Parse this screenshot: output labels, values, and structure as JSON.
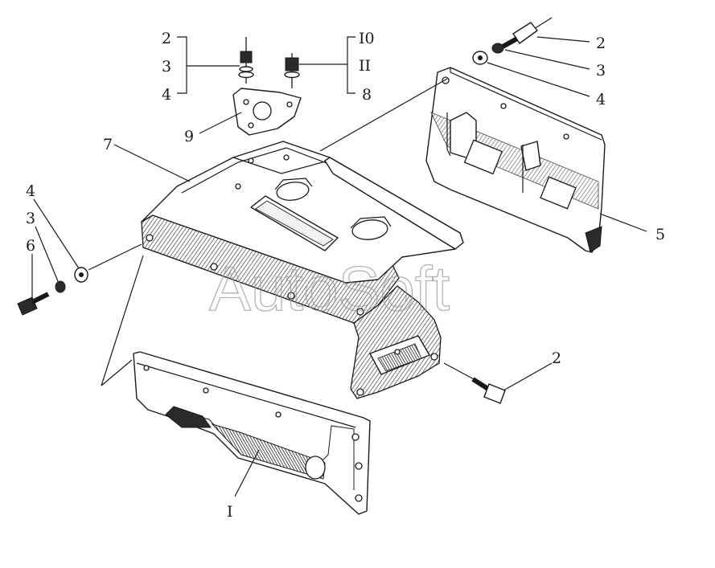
{
  "diagram": {
    "watermark": "AutoSoft",
    "callouts": {
      "group_left_2": "2",
      "group_left_3": "3",
      "group_left_4": "4",
      "group_right_10": "I0",
      "group_right_11": "II",
      "group_right_8": "8",
      "bracket_9": "9",
      "cover_7": "7",
      "bolt_right_2": "2",
      "washer_right_3": "3",
      "washer_right_4": "4",
      "panel_5": "5",
      "left_4": "4",
      "left_3": "3",
      "left_6": "6",
      "bottom_bolt_2": "2",
      "lower_panel_1": "I"
    }
  }
}
